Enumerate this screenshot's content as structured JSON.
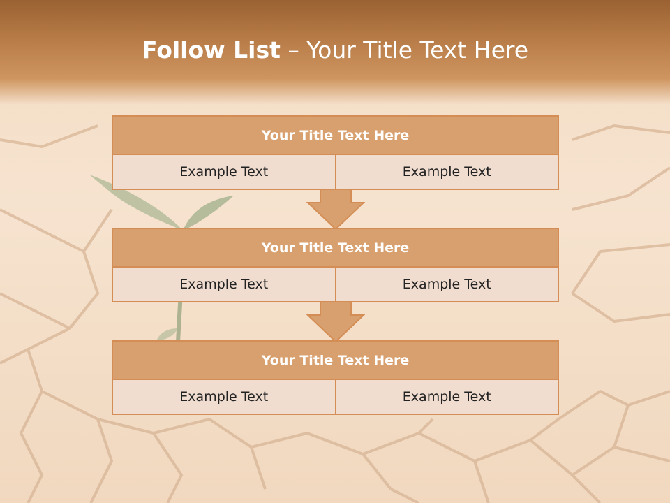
{
  "slide": {
    "title_bold": "Follow List",
    "title_rest": " – Your Title Text Here"
  },
  "blocks": [
    {
      "title": "Your Title Text Here",
      "cells": [
        "Example Text",
        "Example Text"
      ]
    },
    {
      "title": "Your Title Text Here",
      "cells": [
        "Example Text",
        "Example Text"
      ]
    },
    {
      "title": "Your Title Text Here",
      "cells": [
        "Example Text",
        "Example Text"
      ]
    }
  ],
  "colors": {
    "banner": "#b57a45",
    "header_fill": "#d9a06f",
    "cell_fill": "#f0ddd0",
    "border": "#d48e55"
  },
  "icons": [
    "down-arrow-icon"
  ]
}
